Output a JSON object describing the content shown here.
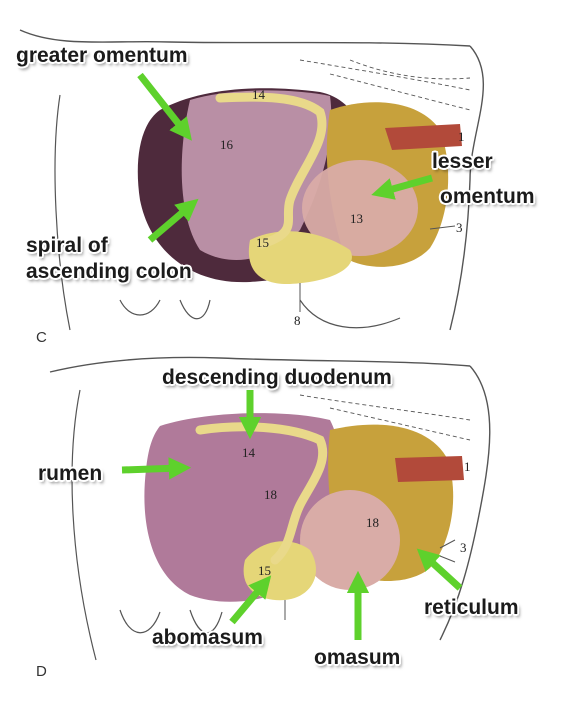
{
  "colors": {
    "rumen": "#b07a9a",
    "rumen_dark": "#4e2a3c",
    "omentum": "#c59ab0",
    "reticulum": "#c7a13c",
    "omasum": "#d9aca7",
    "abomasum": "#e5d678",
    "duodenum": "#e9d98a",
    "artery": "#b24a3a",
    "arrow": "#5ed12c",
    "outline": "#555555"
  },
  "panel_c": {
    "letter": "C",
    "labels": {
      "greater_omentum": "greater omentum",
      "lesser_omentum_1": "lesser",
      "lesser_omentum_2": "omentum",
      "spiral_colon_1": "spiral of",
      "spiral_colon_2": "ascending colon"
    },
    "numbers": {
      "n14": "14",
      "n16": "16",
      "n13": "13",
      "n15": "15",
      "n1": "1",
      "n3": "3",
      "n8": "8"
    }
  },
  "panel_d": {
    "letter": "D",
    "labels": {
      "descending_duodenum": "descending duodenum",
      "rumen": "rumen",
      "reticulum": "reticulum",
      "abomasum": "abomasum",
      "omasum": "omasum"
    },
    "numbers": {
      "n14": "14",
      "n18a": "18",
      "n18b": "18",
      "n15": "15",
      "n1": "1",
      "n3": "3"
    }
  }
}
